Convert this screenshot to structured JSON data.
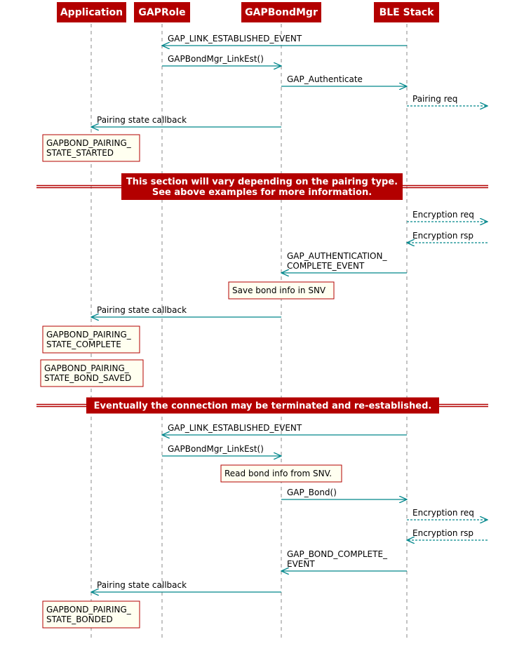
{
  "colors": {
    "actor_fill": "#b30000",
    "arrow": "#00868b",
    "note_fill": "#fffff0",
    "note_border": "#b30000",
    "divider": "#b30000",
    "lifeline": "#888888"
  },
  "actors": [
    {
      "id": "app",
      "label": "Application"
    },
    {
      "id": "gaprole",
      "label": "GAPRole"
    },
    {
      "id": "bondmgr",
      "label": "GAPBondMgr"
    },
    {
      "id": "stack",
      "label": "BLE Stack"
    }
  ],
  "events": [
    {
      "kind": "message",
      "from": "stack",
      "to": "gaprole",
      "style": "solid",
      "lines": [
        "GAP_LINK_ESTABLISHED_EVENT"
      ]
    },
    {
      "kind": "message",
      "from": "gaprole",
      "to": "bondmgr",
      "style": "solid",
      "lines": [
        "GAPBondMgr_LinkEst()"
      ]
    },
    {
      "kind": "message",
      "from": "bondmgr",
      "to": "stack",
      "style": "solid",
      "lines": [
        "GAP_Authenticate"
      ]
    },
    {
      "kind": "message",
      "from": "stack",
      "to": "external",
      "style": "dashed",
      "lines": [
        "Pairing req"
      ]
    },
    {
      "kind": "message",
      "from": "bondmgr",
      "to": "app",
      "style": "solid",
      "lines": [
        "Pairing state callback"
      ]
    },
    {
      "kind": "note",
      "over": "app",
      "lines": [
        "GAPBOND_PAIRING_",
        "STATE_STARTED"
      ]
    },
    {
      "kind": "divider",
      "lines": [
        "This section will vary depending on the pairing type.",
        "See above examples for more information."
      ]
    },
    {
      "kind": "message",
      "from": "stack",
      "to": "external",
      "style": "dashed",
      "lines": [
        "Encryption req"
      ]
    },
    {
      "kind": "message",
      "from": "external",
      "to": "stack",
      "style": "dashed",
      "lines": [
        "Encryption rsp"
      ]
    },
    {
      "kind": "message",
      "from": "stack",
      "to": "bondmgr",
      "style": "solid",
      "lines": [
        "GAP_AUTHENTICATION_",
        "COMPLETE_EVENT"
      ]
    },
    {
      "kind": "note",
      "over": "bondmgr",
      "lines": [
        "Save bond info in SNV"
      ]
    },
    {
      "kind": "message",
      "from": "bondmgr",
      "to": "app",
      "style": "solid",
      "lines": [
        "Pairing state callback"
      ]
    },
    {
      "kind": "note",
      "over": "app",
      "lines": [
        "GAPBOND_PAIRING_",
        "STATE_COMPLETE"
      ]
    },
    {
      "kind": "note",
      "over": "app",
      "lines": [
        "GAPBOND_PAIRING_",
        "STATE_BOND_SAVED"
      ]
    },
    {
      "kind": "divider",
      "lines": [
        "Eventually the connection may be terminated and re-established."
      ]
    },
    {
      "kind": "message",
      "from": "stack",
      "to": "gaprole",
      "style": "solid",
      "lines": [
        "GAP_LINK_ESTABLISHED_EVENT"
      ]
    },
    {
      "kind": "message",
      "from": "gaprole",
      "to": "bondmgr",
      "style": "solid",
      "lines": [
        "GAPBondMgr_LinkEst()"
      ]
    },
    {
      "kind": "note",
      "over": "bondmgr",
      "lines": [
        "Read bond info from SNV."
      ]
    },
    {
      "kind": "message",
      "from": "bondmgr",
      "to": "stack",
      "style": "solid",
      "lines": [
        "GAP_Bond()"
      ]
    },
    {
      "kind": "message",
      "from": "stack",
      "to": "external",
      "style": "dashed",
      "lines": [
        "Encryption req"
      ]
    },
    {
      "kind": "message",
      "from": "external",
      "to": "stack",
      "style": "dashed",
      "lines": [
        "Encryption rsp"
      ]
    },
    {
      "kind": "message",
      "from": "stack",
      "to": "bondmgr",
      "style": "solid",
      "lines": [
        "GAP_BOND_COMPLETE_",
        "EVENT"
      ]
    },
    {
      "kind": "message",
      "from": "bondmgr",
      "to": "app",
      "style": "solid",
      "lines": [
        "Pairing state callback"
      ]
    },
    {
      "kind": "note",
      "over": "app",
      "lines": [
        "GAPBOND_PAIRING_",
        "STATE_BONDED"
      ]
    }
  ]
}
